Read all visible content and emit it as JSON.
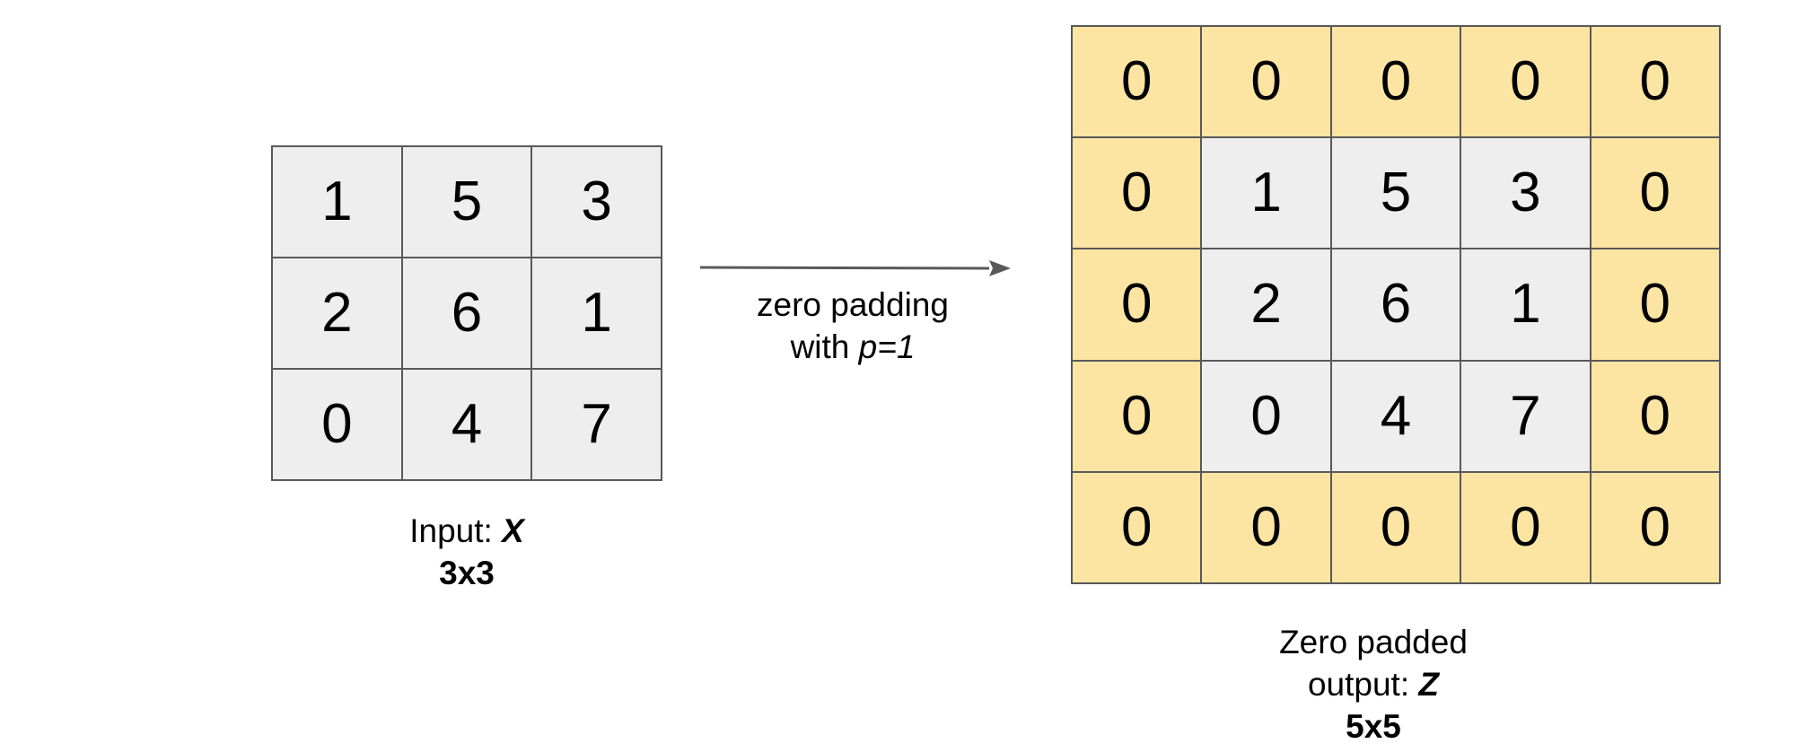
{
  "colors": {
    "padding_cell": "#fce5a3",
    "interior_cell": "#eeeeee",
    "grid_border": "#595959",
    "arrow": "#595959"
  },
  "input": {
    "values": [
      [
        "1",
        "5",
        "3"
      ],
      [
        "2",
        "6",
        "1"
      ],
      [
        "0",
        "4",
        "7"
      ]
    ],
    "caption_prefix": "Input:",
    "caption_var": "X",
    "caption_dims": "3x3"
  },
  "arrow_label": {
    "line1": "zero padding",
    "line2_prefix": "with",
    "line2_var": "p=1"
  },
  "output": {
    "values": [
      [
        "0",
        "0",
        "0",
        "0",
        "0"
      ],
      [
        "0",
        "1",
        "5",
        "3",
        "0"
      ],
      [
        "0",
        "2",
        "6",
        "1",
        "0"
      ],
      [
        "0",
        "0",
        "4",
        "7",
        "0"
      ],
      [
        "0",
        "0",
        "0",
        "0",
        "0"
      ]
    ],
    "padding": 1,
    "caption_line1": "Zero padded",
    "caption_prefix": "output:",
    "caption_var": "Z",
    "caption_dims": "5x5"
  }
}
